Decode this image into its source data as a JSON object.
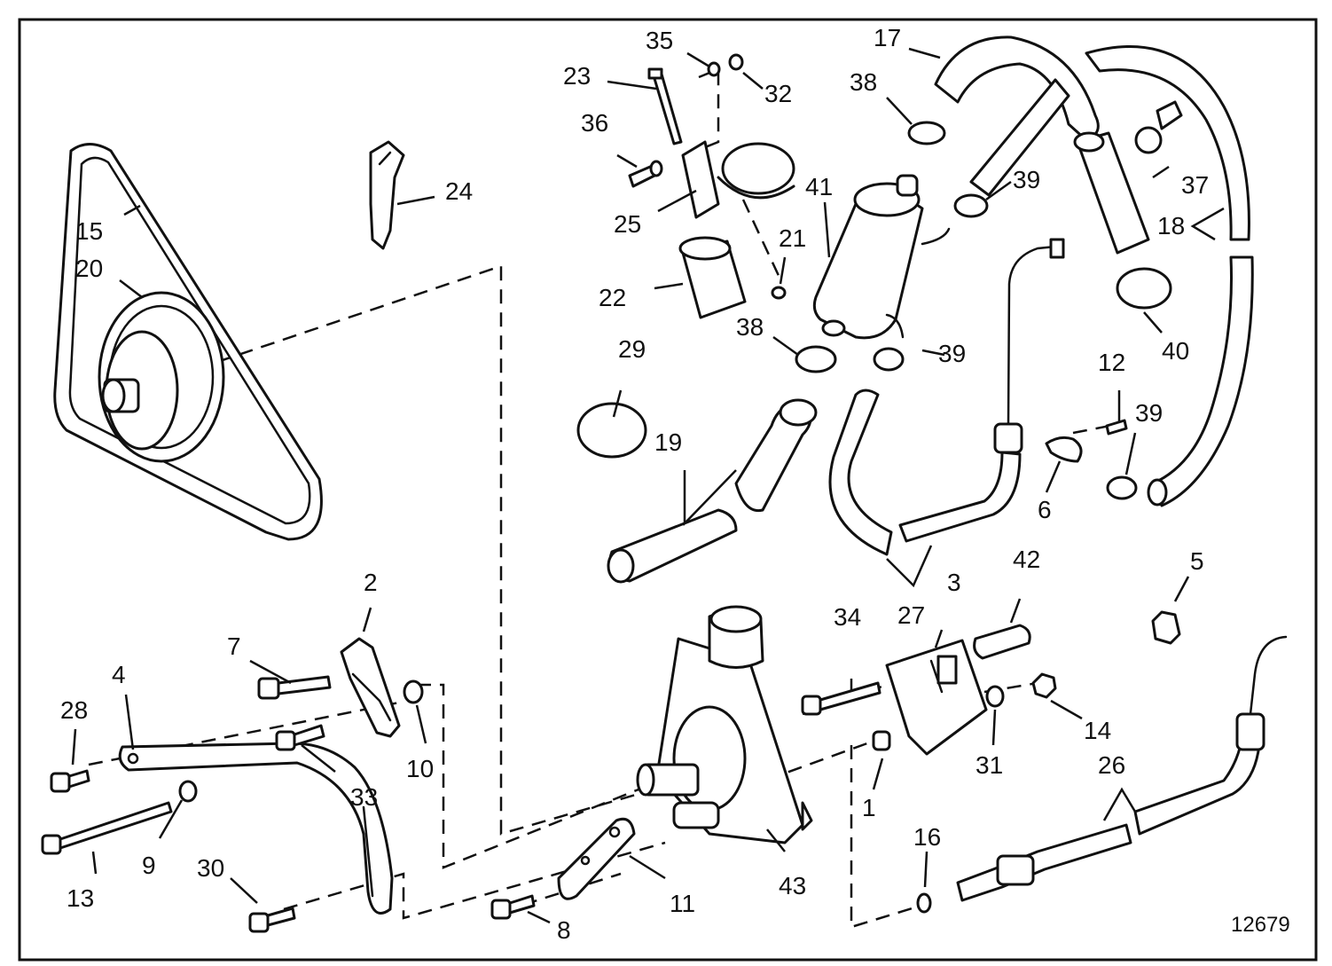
{
  "figure_number": "12679",
  "labels": {
    "l1": "1",
    "l2": "2",
    "l3": "3",
    "l4": "4",
    "l5": "5",
    "l6": "6",
    "l7": "7",
    "l8": "8",
    "l9": "9",
    "l10": "10",
    "l11": "11",
    "l12": "12",
    "l13": "13",
    "l14": "14",
    "l15": "15",
    "l16": "16",
    "l17": "17",
    "l18": "18",
    "l19": "19",
    "l20": "20",
    "l21": "21",
    "l22": "22",
    "l23": "23",
    "l24": "24",
    "l25": "25",
    "l26": "26",
    "l27": "27",
    "l28": "28",
    "l29": "29",
    "l30": "30",
    "l31": "31",
    "l32": "32",
    "l33": "33",
    "l34": "34",
    "l35": "35",
    "l36": "36",
    "l37": "37",
    "l38a": "38",
    "l38b": "38",
    "l39a": "39",
    "l39b": "39",
    "l39c": "39",
    "l40": "40",
    "l41": "41",
    "l42": "42",
    "l43": "43"
  }
}
